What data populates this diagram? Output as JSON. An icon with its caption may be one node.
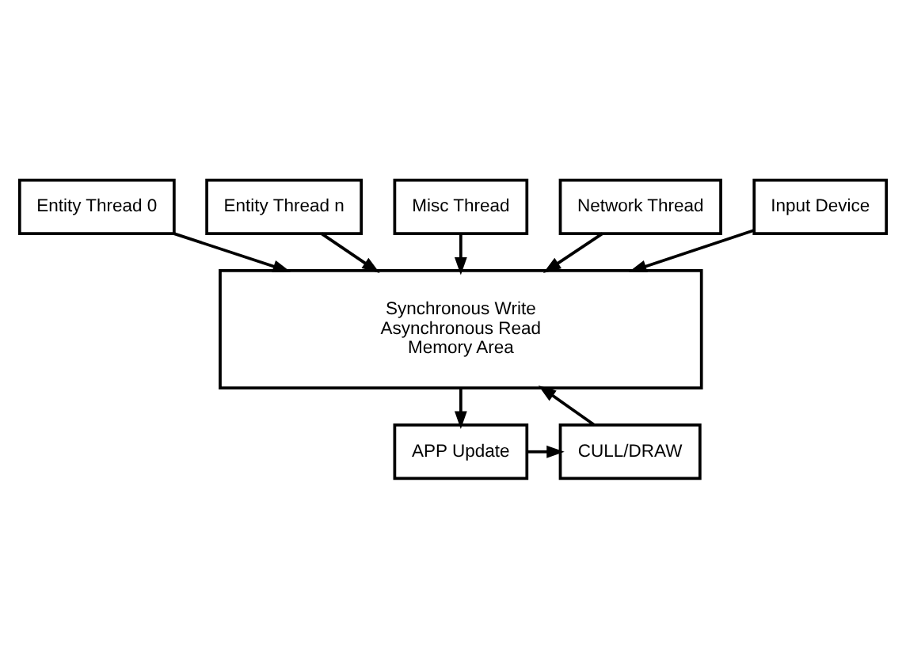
{
  "diagram": {
    "nodes": [
      {
        "text": [
          "Entity Thread 0"
        ]
      },
      {
        "text": [
          "Entity Thread n"
        ]
      },
      {
        "text": [
          "Misc Thread"
        ]
      },
      {
        "text": [
          "Network Thread"
        ]
      },
      {
        "text": [
          "Input Device"
        ]
      },
      {
        "text": [
          "Synchronous Write",
          "Asynchronous Read",
          "Memory Area"
        ]
      },
      {
        "text": [
          "APP Update"
        ]
      },
      {
        "text": [
          "CULL/DRAW"
        ]
      }
    ],
    "edges": [
      {
        "from": 0,
        "to": 5,
        "arrow": "to"
      },
      {
        "from": 3,
        "to": 5,
        "arrow": "to"
      },
      {
        "from": 1,
        "to": 5,
        "arrow": "to"
      },
      {
        "from": 4,
        "to": 5,
        "arrow": "to"
      },
      {
        "from": 2,
        "to": 5,
        "arrow": "to"
      },
      {
        "from": 5,
        "to": 6,
        "arrow": "to"
      },
      {
        "from": 6,
        "to": 7,
        "arrow": "to"
      },
      {
        "from": 7,
        "to": 5,
        "arrow": "to"
      }
    ]
  }
}
